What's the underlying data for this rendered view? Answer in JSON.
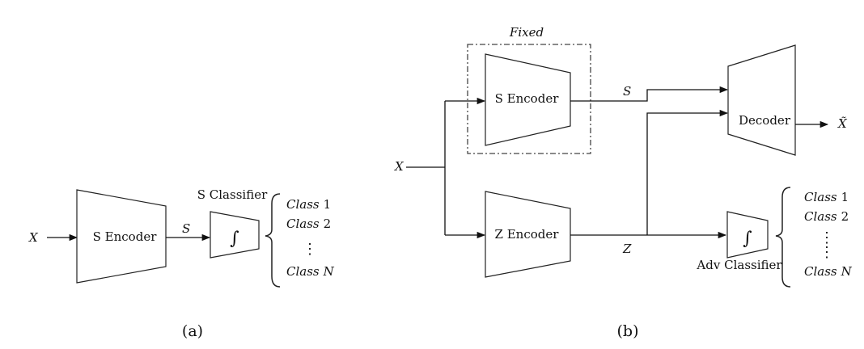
{
  "diagram_a": {
    "caption": "(a)",
    "input": "X",
    "encoder": "S Encoder",
    "edge": "S",
    "classifier_title": "S Classifier",
    "classifier_symbol": "∫",
    "classes": [
      {
        "word": "Class",
        "idx": "1"
      },
      {
        "word": "Class",
        "idx": "2"
      },
      {
        "word": "Class",
        "idx": "N"
      }
    ],
    "ellipsis": "⋮"
  },
  "diagram_b": {
    "caption": "(b)",
    "input": "X",
    "fixed_label": "Fixed",
    "s_encoder": "S Encoder",
    "z_encoder": "Z Encoder",
    "decoder": "Decoder",
    "output": "X̃",
    "edge_s": "S",
    "edge_z": "Z",
    "adv_classifier": "Adv Classifier",
    "classifier_symbol": "∫",
    "classes": [
      {
        "word": "Class",
        "idx": "1"
      },
      {
        "word": "Class",
        "idx": "2"
      },
      {
        "word": "Class",
        "idx": "N"
      }
    ],
    "ellipsis": "⋮"
  }
}
